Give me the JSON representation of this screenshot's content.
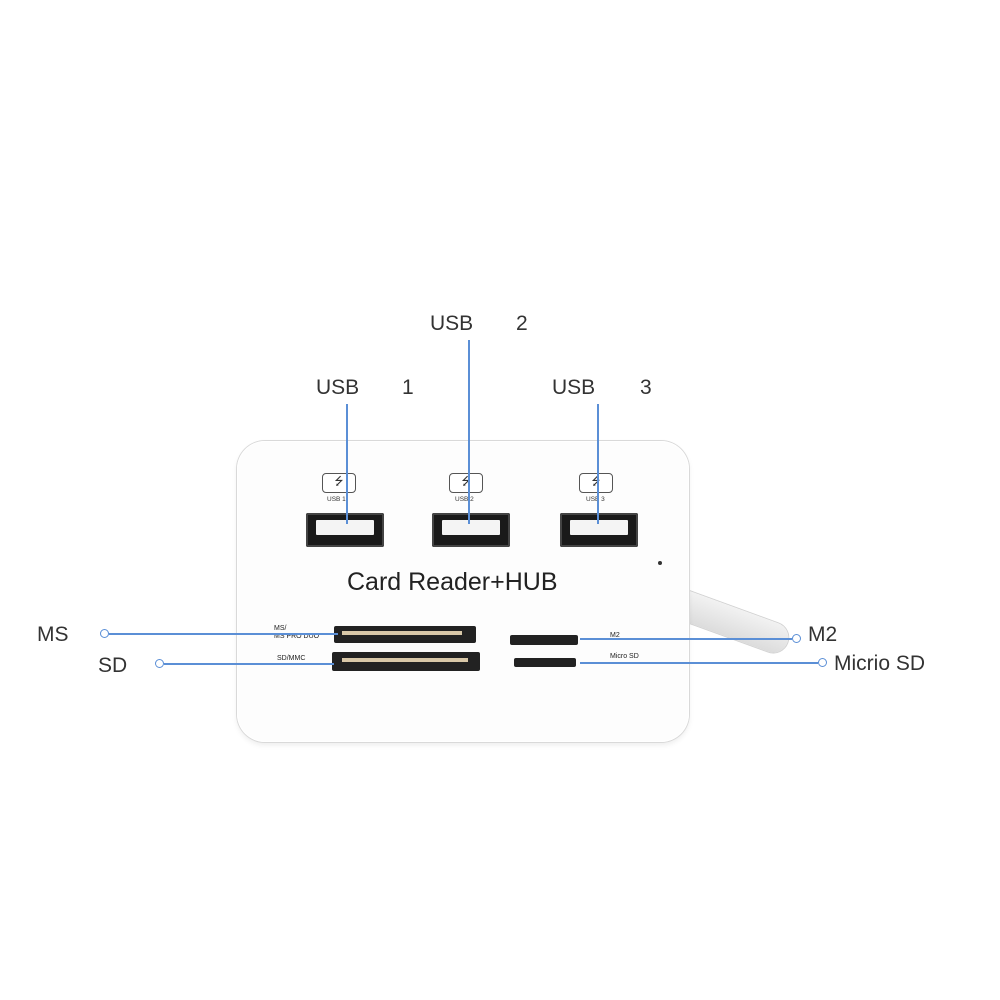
{
  "callouts": {
    "usb1": {
      "label": "USB",
      "number": "1"
    },
    "usb2": {
      "label": "USB",
      "number": "2"
    },
    "usb3": {
      "label": "USB",
      "number": "3"
    },
    "ms": "MS",
    "sd": "SD",
    "m2": "M2",
    "microsd": "Micrio SD"
  },
  "device": {
    "brand": "Card Reader+HUB",
    "ports": [
      "USB 1",
      "USB 2",
      "USB 3"
    ],
    "usb_symbol": "⭍",
    "slot_labels": {
      "ms_line1": "MS/",
      "ms_line2": "MS PRO DUO",
      "sd": "SD/MMC",
      "m2": "M2",
      "microsd": "Micro SD"
    }
  },
  "colors": {
    "leader": "#5b8fd6",
    "background": "#ffffff"
  }
}
